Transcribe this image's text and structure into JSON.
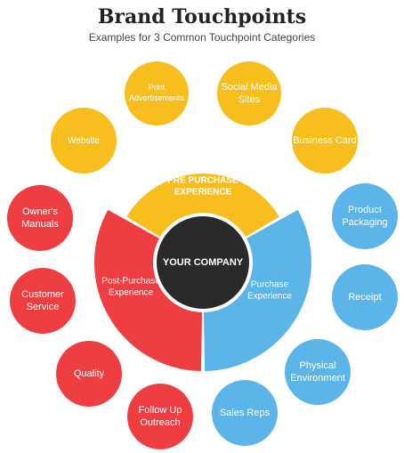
{
  "header": {
    "title": "Brand Touchpoints",
    "subtitle": "Examples for 3 Common Touchpoint Categories"
  },
  "colors": {
    "pre": "#F7BE1E",
    "post": "#EF3E42",
    "purchase": "#5BB5E8",
    "center": "#2B2A2A"
  },
  "center": {
    "lines": [
      "YOUR COMPANY"
    ]
  },
  "segments": {
    "pre": {
      "lines": [
        "PRE PURCHASE",
        "EXPERIENCE"
      ]
    },
    "post": {
      "lines": [
        "Post-Purchase",
        "Experience"
      ]
    },
    "purchase": {
      "lines": [
        "Purchase",
        "Experience"
      ]
    }
  },
  "touchpoints": [
    {
      "id": "print-advertisements",
      "category": "pre",
      "lines": [
        "Print",
        "Advertisements"
      ]
    },
    {
      "id": "social-media-sites",
      "category": "pre",
      "lines": [
        "Social Media",
        "Sites"
      ]
    },
    {
      "id": "website",
      "category": "pre",
      "lines": [
        "Website"
      ]
    },
    {
      "id": "business-card",
      "category": "pre",
      "lines": [
        "Business Card"
      ]
    },
    {
      "id": "owners-manuals",
      "category": "post",
      "lines": [
        "Owner's",
        "Manuals"
      ]
    },
    {
      "id": "customer-service",
      "category": "post",
      "lines": [
        "Customer",
        "Service"
      ]
    },
    {
      "id": "quality",
      "category": "post",
      "lines": [
        "Quality"
      ]
    },
    {
      "id": "follow-up-outreach",
      "category": "post",
      "lines": [
        "Follow Up",
        "Outreach"
      ]
    },
    {
      "id": "product-packaging",
      "category": "purchase",
      "lines": [
        "Product",
        "Packaging"
      ]
    },
    {
      "id": "receipt",
      "category": "purchase",
      "lines": [
        "Receipt"
      ]
    },
    {
      "id": "physical-environment",
      "category": "purchase",
      "lines": [
        "Physical",
        "Environment"
      ]
    },
    {
      "id": "sales-reps",
      "category": "purchase",
      "lines": [
        "Sales Reps"
      ]
    }
  ]
}
